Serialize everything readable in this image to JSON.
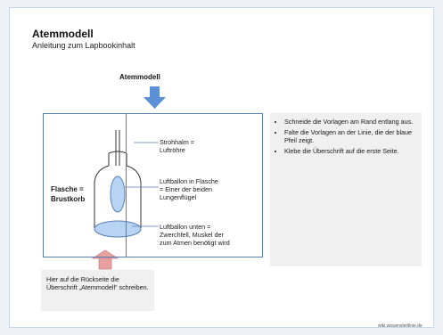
{
  "header": {
    "title": "Atemmodell",
    "subtitle": "Anleitung zum Lapbookinhalt"
  },
  "diagram": {
    "label": "Atemmodell",
    "left_label": [
      "Flasche =",
      "Brustkorb"
    ],
    "annotations": {
      "straw": [
        "Strohhalm =",
        "Luftröhre"
      ],
      "balloon_inside": [
        "Luftballon in Flasche",
        "= Einer der beiden",
        "Lungenflügel"
      ],
      "balloon_bottom": [
        "Luftballon unten =",
        "Zwerchfell, Muskel der",
        "zum Atmen benötigt wird"
      ]
    }
  },
  "note": "Hier auf die Rückseite die Überschrift „Atemmodell“ schreiben.",
  "instructions": [
    "Schneide die Vorlagen am Rand entlang aus.",
    "Falte die Vorlagen an der Linie, die der blaue Pfeil zeigt.",
    "Klebe die Überschrift auf die erste Seite."
  ],
  "footer": "wiki.wissensleitlinie.de",
  "colors": {
    "frame": "#5b7fb5",
    "arrow_down": "#5b8fd6",
    "arrow_up": "#e8a0a0",
    "balloon_fill": "#b7d4f5",
    "balloon_stroke": "#5b7fb5"
  }
}
